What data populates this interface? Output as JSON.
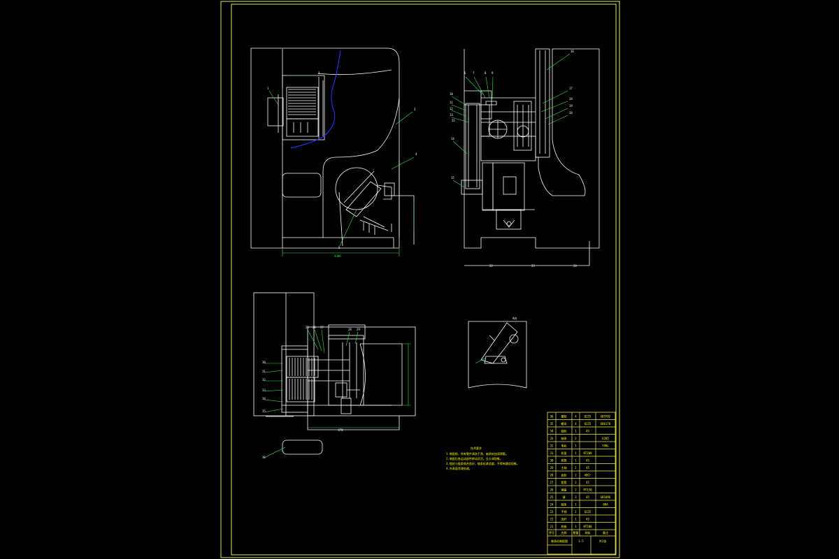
{
  "drawing": {
    "background_color": "#000000",
    "line_color": "#ffffff",
    "frame_color": "#e8e85a",
    "leader_color": "#2ee84a",
    "dimension_color": "#2ee84a",
    "accent_color": "#2a3bff",
    "annotation_color": "#ffff00"
  },
  "notes": {
    "title": "技术要求",
    "lines": [
      "1.装配前，所有零件清洗干净，轴承处加润滑脂。",
      "2.装配后各运动部件转动灵活，无卡滞现象。",
      "3.链轮与链条啮合良好，链条松紧适度，不得有跳齿现象。",
      "4.外表面涂漆处理。"
    ]
  },
  "detail_label": "A向",
  "dimensions": {
    "front_width": "4306",
    "top_width": "470"
  },
  "balloons": {
    "front": [
      "1",
      "2",
      "3",
      "4",
      "5"
    ],
    "side": [
      "6",
      "7",
      "8",
      "9",
      "10",
      "11",
      "12",
      "13",
      "14",
      "15",
      "16",
      "17",
      "18",
      "19",
      "20",
      "21",
      "22",
      "23",
      "24"
    ],
    "top": [
      "25",
      "26",
      "27",
      "28",
      "29",
      "30",
      "31",
      "32",
      "33",
      "34",
      "35",
      "36"
    ]
  },
  "title_block": {
    "rows": [
      {
        "no": "36",
        "name": "螺栓",
        "qty": "4",
        "material": "Q235",
        "note": "GB5782"
      },
      {
        "no": "35",
        "name": "螺母",
        "qty": "4",
        "material": "Q235",
        "note": "GB6170"
      },
      {
        "no": "34",
        "name": "链轮",
        "qty": "1",
        "material": "45",
        "note": ""
      },
      {
        "no": "33",
        "name": "轴承",
        "qty": "2",
        "material": "",
        "note": "6205"
      },
      {
        "no": "32",
        "name": "电机",
        "qty": "1",
        "material": "",
        "note": "Y90L"
      },
      {
        "no": "31",
        "name": "机架",
        "qty": "1",
        "material": "HT200",
        "note": ""
      },
      {
        "no": "30",
        "name": "卷筒",
        "qty": "1",
        "material": "45",
        "note": ""
      },
      {
        "no": "29",
        "name": "主轴",
        "qty": "1",
        "material": "45",
        "note": ""
      },
      {
        "no": "28",
        "name": "齿轮",
        "qty": "2",
        "material": "40Cr",
        "note": ""
      },
      {
        "no": "27",
        "name": "套筒",
        "qty": "2",
        "material": "45",
        "note": ""
      },
      {
        "no": "26",
        "name": "端盖",
        "qty": "2",
        "material": "HT150",
        "note": ""
      },
      {
        "no": "25",
        "name": "键",
        "qty": "3",
        "material": "45",
        "note": "GB1096"
      },
      {
        "no": "24",
        "name": "链条",
        "qty": "1",
        "material": "",
        "note": "08A"
      },
      {
        "no": "23",
        "name": "手柄",
        "qty": "1",
        "material": "Q235",
        "note": ""
      },
      {
        "no": "22",
        "name": "连杆",
        "qty": "1",
        "material": "45",
        "note": ""
      },
      {
        "no": "21",
        "name": "底座",
        "qty": "1",
        "material": "HT200",
        "note": ""
      }
    ],
    "header": {
      "no": "序号",
      "name": "名称",
      "qty": "数量",
      "material": "材料",
      "note": "备注"
    },
    "title": "卷扬机装配图",
    "scale": "1:5",
    "sheet": "共1张"
  }
}
